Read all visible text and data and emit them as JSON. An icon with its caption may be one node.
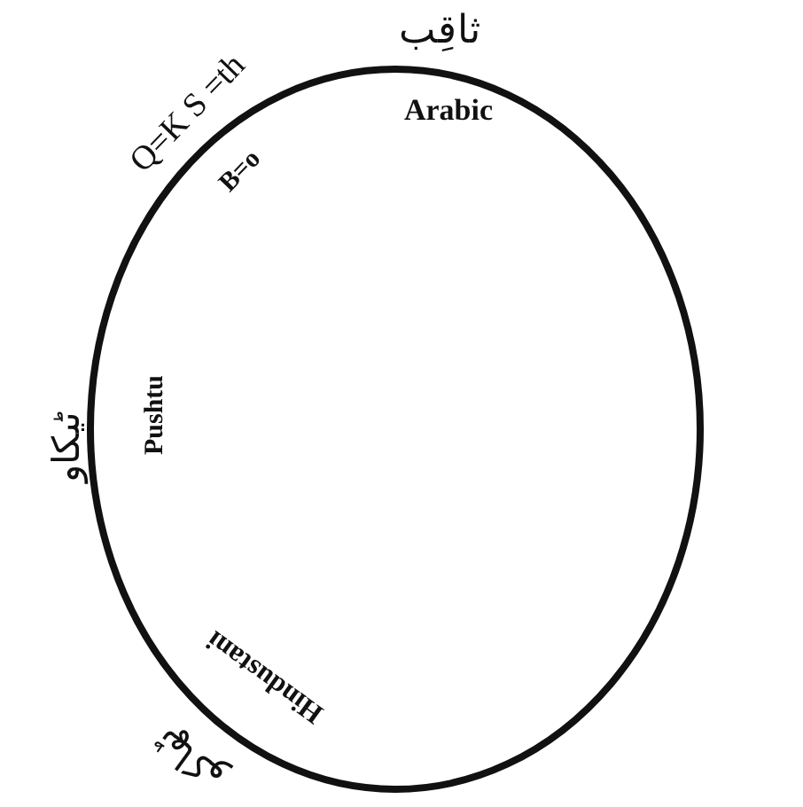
{
  "diagram": {
    "labels": [
      "ثاقِب",
      "Arabic",
      "Q=K S =th",
      "B=o",
      "ٹیکاو",
      "Pushtu",
      "Hindustani",
      "ٹھاکو"
    ]
  }
}
